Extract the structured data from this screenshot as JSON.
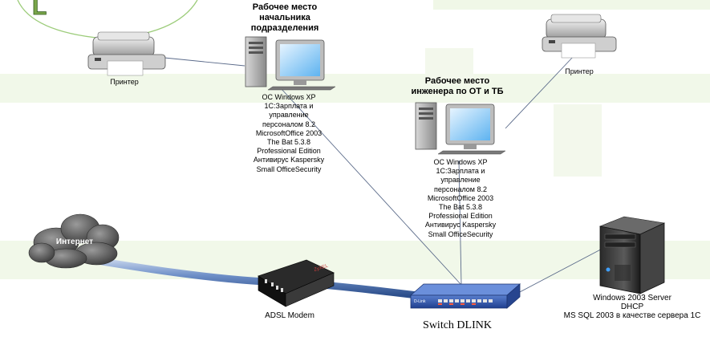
{
  "letter": "L",
  "workstations": {
    "head": {
      "title": [
        "Рабочее место",
        "начальника",
        "подразделения"
      ],
      "software": [
        "ОС Windows XP",
        "1С:Зарплата и",
        "управление",
        "персоналом 8.2",
        "MicrosoftOffice 2003",
        "The Bat 5.3.8",
        "Professional Edition",
        "Антивирус Kaspersky",
        "Small OfficeSecurity"
      ]
    },
    "engineer": {
      "title": [
        "Рабочее место",
        "инженера по ОТ и ТБ"
      ],
      "software": [
        "ОС Windows XP",
        "1С:Зарплата и",
        "управление",
        "персоналом 8.2",
        "MicrosoftOffice 2003",
        "The Bat 5.3.8",
        "Professional Edition",
        "Антивирус Kaspersky",
        "Small OfficeSecurity"
      ]
    }
  },
  "printers": {
    "left_label": "Принтер",
    "right_label": "Принтер"
  },
  "internet": {
    "label": "Интернет"
  },
  "modem": {
    "label": "ADSL Modem",
    "brand": "ZyXEL"
  },
  "switch": {
    "label": "Switch DLINK",
    "brand": "D-Link"
  },
  "server": {
    "lines": [
      "Windows 2003 Server",
      "DHCP",
      "MS SQL 2003 в качестве сервера 1С"
    ]
  },
  "colors": {
    "background": "#ffffff",
    "band_green": "#eef6e4",
    "cable": "#4a6fb0",
    "link_line": "#5b6b8a"
  }
}
